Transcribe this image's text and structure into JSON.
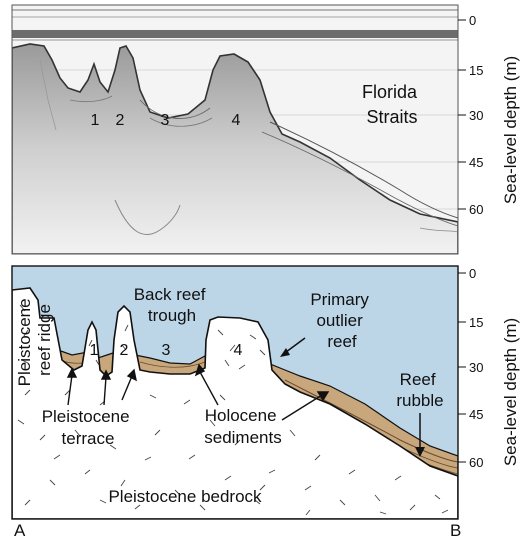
{
  "figure": {
    "panel_top": {
      "location_label": [
        "Florida",
        "Straits"
      ],
      "feature_numbers": [
        "1",
        "2",
        "3",
        "4"
      ],
      "axis": {
        "title": "Sea-level depth (m)",
        "ticks": [
          "0",
          "15",
          "30",
          "45",
          "60"
        ]
      }
    },
    "panel_bottom": {
      "axis": {
        "title": "Sea-level depth (m)",
        "ticks": [
          "0",
          "15",
          "30",
          "45",
          "60"
        ]
      },
      "feature_numbers": [
        "1",
        "2",
        "3",
        "4"
      ],
      "labels": {
        "pleistocene_reef_ridge": [
          "Pleistocene",
          "reef ridge"
        ],
        "back_reef_trough": [
          "Back reef",
          "trough"
        ],
        "primary_outlier_reef": [
          "Primary",
          "outlier",
          "reef"
        ],
        "reef_rubble": [
          "Reef",
          "rubble"
        ],
        "pleistocene_terrace": [
          "Pleistocene",
          "terrace"
        ],
        "holocene_sediments": [
          "Holocene",
          "sediments"
        ],
        "pleistocene_bedrock": "Pleistocene bedrock"
      },
      "endpoints": {
        "start": "A",
        "end": "B"
      }
    },
    "colors": {
      "water": "#bcd6e8",
      "sediment": "#c8a77c",
      "bedrock": "#ffffff",
      "seismic_background": "#f4f4f4",
      "outline": "#111111"
    }
  }
}
